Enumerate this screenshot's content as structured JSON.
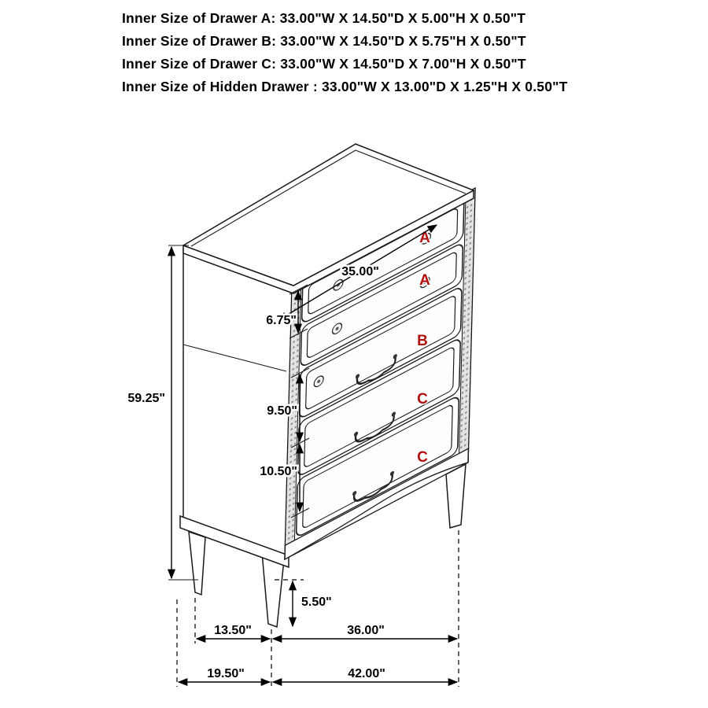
{
  "header": {
    "line1": "Inner Size of Drawer A: 33.00\"W X 14.50\"D X 5.00\"H X 0.50\"T",
    "line2": "Inner Size of Drawer B: 33.00\"W X 14.50\"D X 5.75\"H X 0.50\"T",
    "line3": "Inner Size of Drawer C: 33.00\"W X 14.50\"D X 7.00\"H X 0.50\"T",
    "line4": "Inner Size of Hidden Drawer : 33.00\"W X 13.00\"D X 1.25\"H X 0.50\"T"
  },
  "drawer_labels": {
    "a1": "A",
    "a2": "A",
    "b": "B",
    "c1": "C",
    "c2": "C"
  },
  "dimensions": {
    "top_drawer_width": "35.00\"",
    "drawer_a_height": "6.75\"",
    "overall_height": "59.25\"",
    "drawer_c_height": "9.50\"",
    "bottom_drawer_height": "10.50\"",
    "leg_height": "5.50\"",
    "base_depth": "13.50\"",
    "base_width": "36.00\"",
    "overall_depth": "19.50\"",
    "overall_width": "42.00\""
  },
  "colors": {
    "drawer_label_red": "#b01010",
    "line_black": "#1a1a1a",
    "background": "#ffffff"
  }
}
